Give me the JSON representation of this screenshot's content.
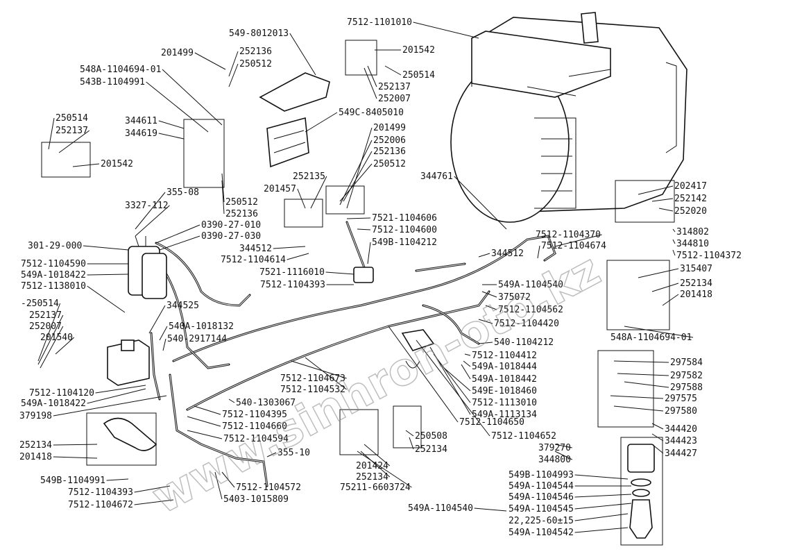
{
  "watermark": "www.sinhron-oto.kz",
  "labels": [
    "549-8012013",
    "7512-1101010",
    "201499",
    "252136",
    "250512",
    "201542",
    "250514",
    "252137",
    "252007",
    "548A-1104694-01",
    "543B-1104991",
    "549C-8405010",
    "201499",
    "252006",
    "252136",
    "250512",
    "344611",
    "344619",
    "250514",
    "252137",
    "201542",
    "252135",
    "201457",
    "344761",
    "202417",
    "252142",
    "252020",
    "355-08",
    "3327-112",
    "250512",
    "252136",
    "0390-27-010",
    "0390-27-030",
    "7521-1104606",
    "7512-1104600",
    "549B-1104212",
    "7512-1104370",
    "7512-1104674",
    "314802",
    "344810",
    "7512-1104372",
    "301-29-000",
    "344512",
    "7512-1104614",
    "344512",
    "7512-1104590",
    "7521-1116010",
    "549A-1018422",
    "549A-1104540",
    "375072",
    "315407",
    "252134",
    "201418",
    "7512-1138010",
    "7512-1104393",
    "7512-1104562",
    "-250514",
    "344525",
    "7512-1104420",
    "252137",
    "252007",
    "540A-1018132",
    "540-1104212",
    "548A-1104694-01",
    "201540",
    "540-2917144",
    "7512-1104412",
    "297584",
    "549A-1018444",
    "297582",
    "549A-1018442",
    "297588",
    "7512-1104673",
    "549E-1018460",
    "297575",
    "7512-1104532",
    "7512-1113010",
    "297580",
    "7512-1104120",
    "549A-1018422",
    "540-1303067",
    "549A-1113134",
    "379198",
    "7512-1104395",
    "7512-1104650",
    "344420",
    "7512-1104660",
    "7512-1104652",
    "344423",
    "7512-1104594",
    "379270",
    "344427",
    "252134",
    "355-10",
    "250508",
    "344800",
    "201418",
    "252134",
    "201424",
    "549B-1104993",
    "549B-1104991",
    "252134",
    "549A-1104544",
    "7512-1104393",
    "7512-1104572",
    "75211-6603724",
    "549A-1104546",
    "7512-1104672",
    "5403-1015809",
    "549A-1104545",
    "549A-1104540",
    "22,225-60±15",
    "549A-1104542"
  ]
}
